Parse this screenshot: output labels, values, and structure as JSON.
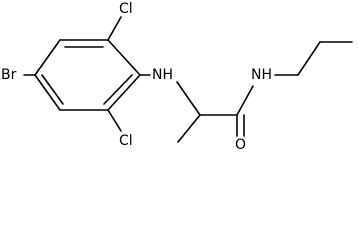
{
  "molecule": {
    "atoms": {
      "bromine": "Br",
      "chlorine_top": "Cl",
      "chlorine_bottom": "Cl",
      "nh_amine": "NH",
      "nh_amide": "NH",
      "oxygen": "O"
    }
  }
}
